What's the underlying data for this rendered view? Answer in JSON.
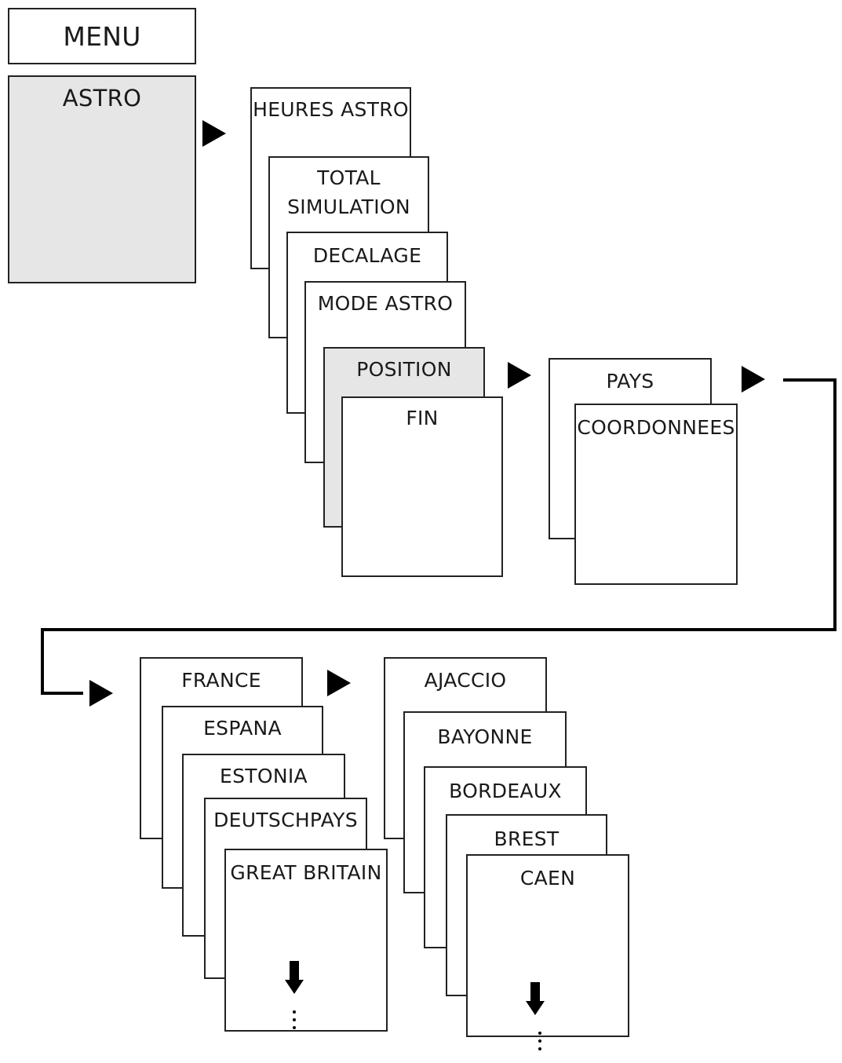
{
  "menu": {
    "title": "MENU"
  },
  "astro": {
    "label": "ASTRO"
  },
  "astro_submenu": {
    "items": [
      "HEURES ASTRO",
      "TOTAL SIMULATION",
      "DECALAGE",
      "MODE ASTRO",
      "POSITION",
      "FIN"
    ],
    "total_simulation_lines": [
      "TOTAL",
      "SIMULATION"
    ],
    "highlighted": "POSITION"
  },
  "position_submenu": {
    "items": [
      "PAYS",
      "COORDONNEES"
    ]
  },
  "countries": {
    "items": [
      "FRANCE",
      "ESPANA",
      "ESTONIA",
      "DEUTSCHPAYS",
      "GREAT BRITAIN"
    ]
  },
  "cities": {
    "items": [
      "AJACCIO",
      "BAYONNE",
      "BORDEAUX",
      "BREST",
      "CAEN"
    ]
  },
  "colors": {
    "shaded": "#e6e6e6",
    "stroke": "#222222",
    "arrow": "#000000"
  },
  "icons": [
    "triangle-right-icon",
    "arrow-down-icon",
    "vertical-ellipsis-icon"
  ]
}
